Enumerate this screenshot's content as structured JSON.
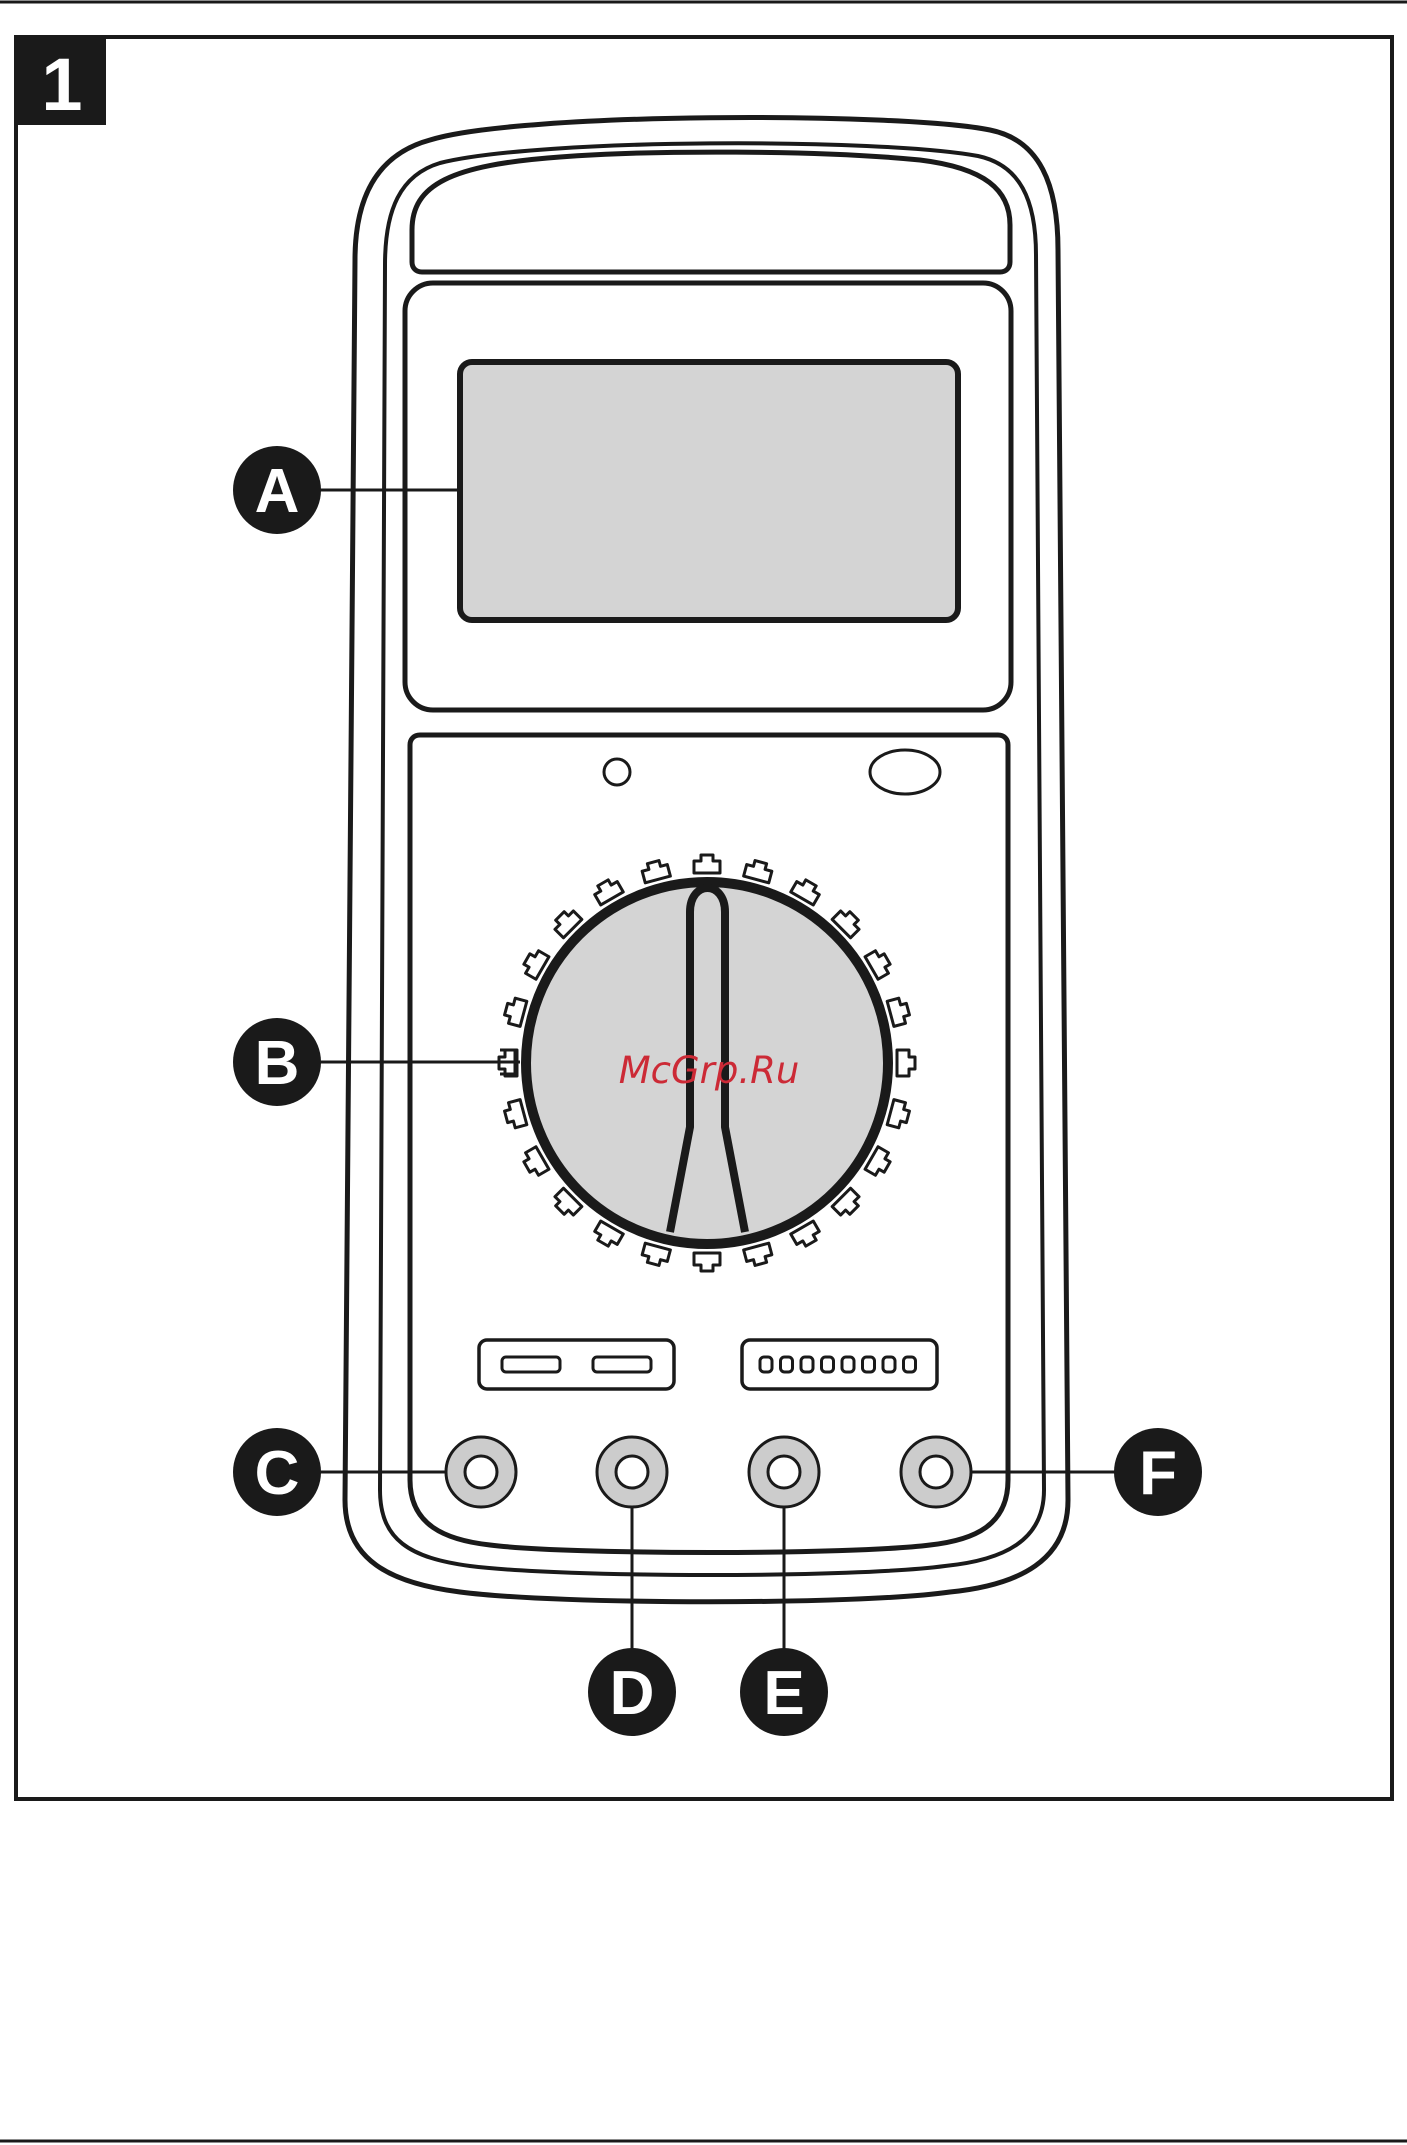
{
  "figure": {
    "number": "1",
    "watermark": "McGrp.Ru",
    "colors": {
      "ink": "#1a1a1a",
      "panel_fill": "#d4d4d4",
      "jack_fill": "#cccccc",
      "background": "#ffffff",
      "watermark": "#cc2a36"
    },
    "callouts": [
      {
        "id": "A",
        "label": "A",
        "target": "display-screen"
      },
      {
        "id": "B",
        "label": "B",
        "target": "rotary-dial"
      },
      {
        "id": "C",
        "label": "C",
        "target": "jack-1"
      },
      {
        "id": "D",
        "label": "D",
        "target": "jack-2"
      },
      {
        "id": "E",
        "label": "E",
        "target": "jack-3"
      },
      {
        "id": "F",
        "label": "F",
        "target": "jack-4"
      }
    ]
  }
}
